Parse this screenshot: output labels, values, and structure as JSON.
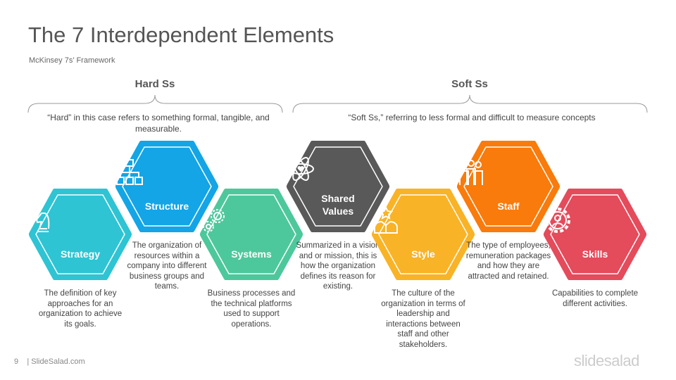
{
  "title": "The 7 Interdependent Elements",
  "subtitle": "McKinsey 7s’ Framework",
  "groups": {
    "hard": {
      "label": "Hard Ss",
      "desc": "“Hard” in this case refers to something formal, tangible, and measurable."
    },
    "soft": {
      "label": "Soft Ss",
      "desc": "“Soft Ss,” referring to less formal and difficult to measure concepts"
    }
  },
  "elements": [
    {
      "label": "Strategy",
      "icon": "chess-knight-icon",
      "color": "#2EC4D4",
      "desc": "The definition of key approaches for an organization to achieve its goals."
    },
    {
      "label": "Structure",
      "icon": "org-chart-icon",
      "color": "#13A5E6",
      "desc": "The organization of resources within a company into different business groups and teams."
    },
    {
      "label": "Systems",
      "icon": "gears-icon",
      "color": "#4DC89C",
      "desc": "Business processes and the technical platforms used to support operations."
    },
    {
      "label": "Shared Values",
      "icon": "atom-heart-icon",
      "color": "#595959",
      "desc": "Summarized in a vision and or mission, this is how the organization defines its reason for existing."
    },
    {
      "label": "Style",
      "icon": "person-star-icon",
      "color": "#F9B326",
      "desc": "The culture of the organization in terms of leadership and interactions between staff and other stakeholders."
    },
    {
      "label": "Staff",
      "icon": "team-icon",
      "color": "#F87B0C",
      "desc": "The type of employees, remuneration packages and how they are attracted and retained."
    },
    {
      "label": "Skills",
      "icon": "gear-person-icon",
      "color": "#E44B5B",
      "desc": "Capabilities to complete different activities."
    }
  ],
  "footer": {
    "page": "9",
    "site": "| SlideSalad.com"
  },
  "logo": "slidesalad"
}
